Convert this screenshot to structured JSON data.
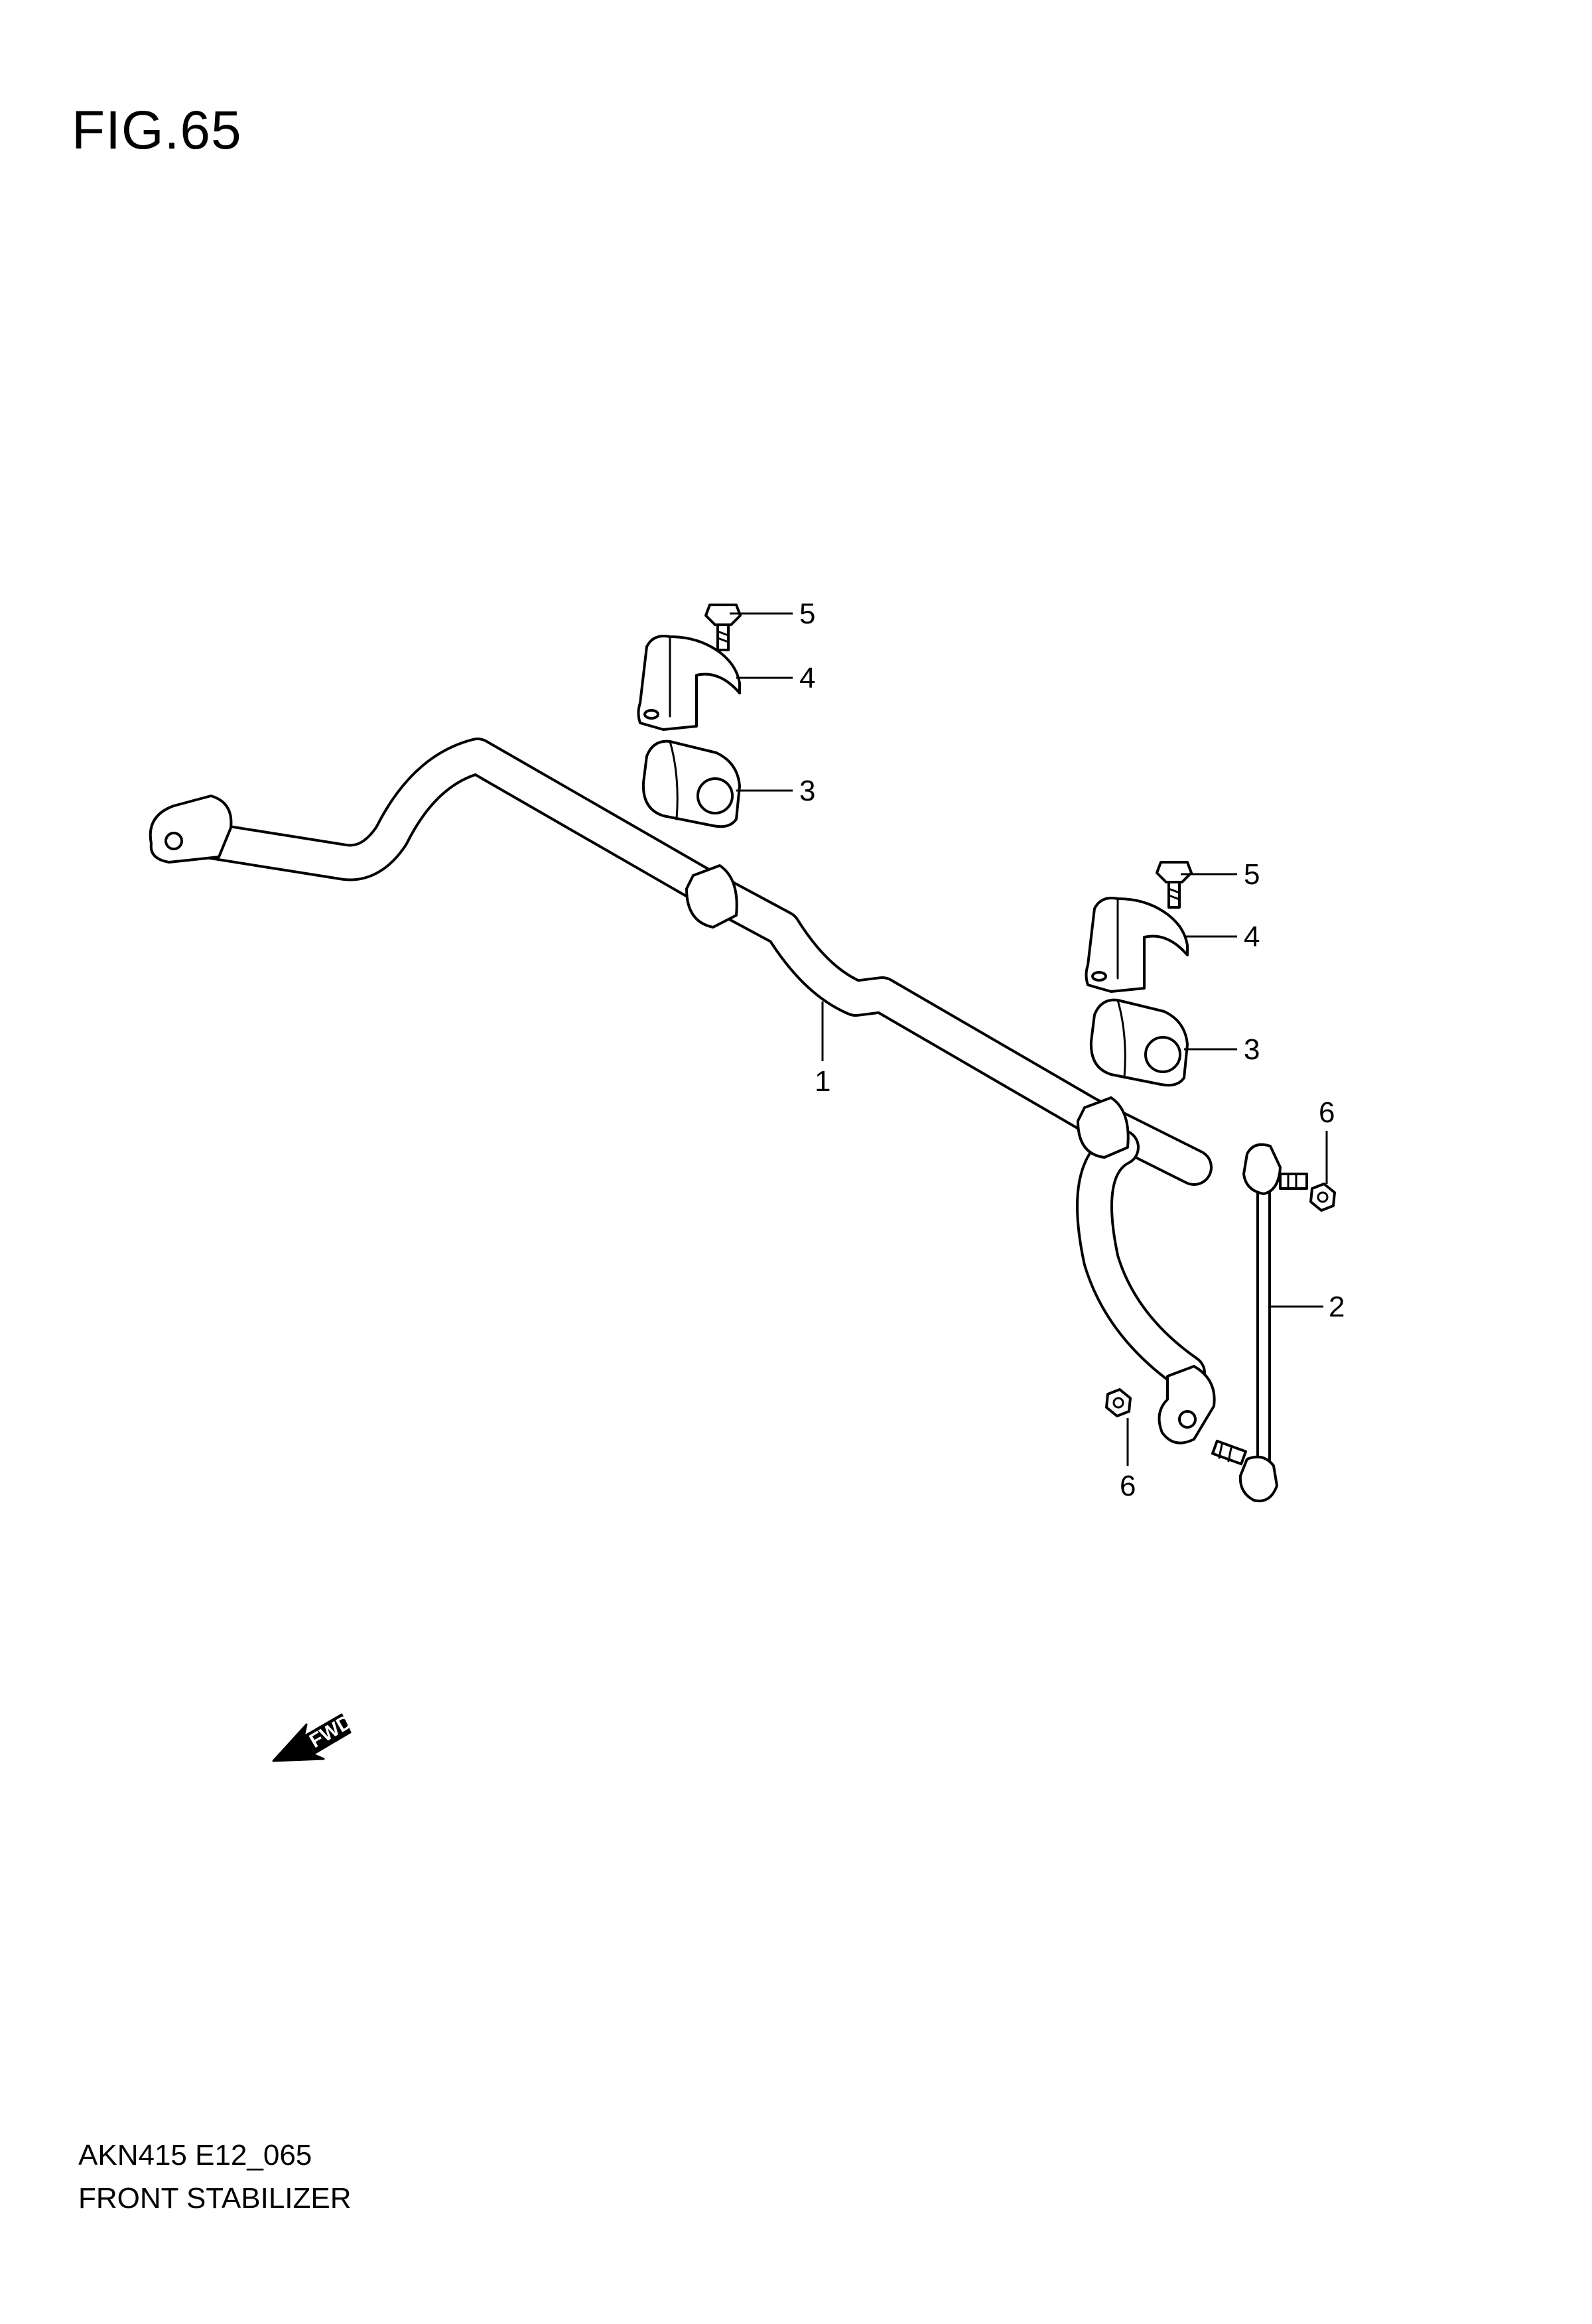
{
  "figure": {
    "title": "FIG.65",
    "code": "AKN415 E12_065",
    "name": "FRONT STABILIZER"
  },
  "callouts": {
    "bar": "1",
    "link": "2",
    "bushing_left": "3",
    "bushing_right": "3",
    "bracket_left": "4",
    "bracket_right": "4",
    "bolt_left": "5",
    "bolt_right": "5",
    "nut_top": "6",
    "nut_bottom": "6"
  },
  "direction_marker": "FWD"
}
